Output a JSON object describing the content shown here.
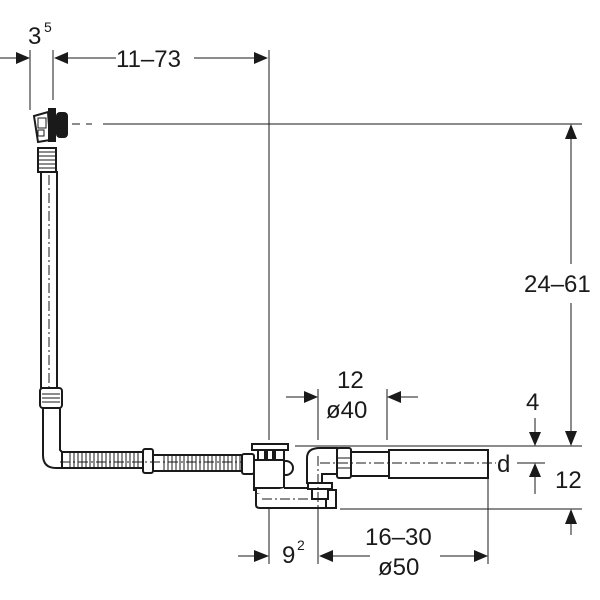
{
  "drawing": {
    "title": "Bath waste and overflow set dimension drawing",
    "units": "cm",
    "dimensions": {
      "overflow_offset": {
        "base": "3",
        "sup": "5"
      },
      "horizontal_range": "11–73",
      "vertical_range": "24–61",
      "trap_width": "12",
      "trap_diameter": "ø40",
      "top_offset": "4",
      "outlet_height": "12",
      "outlet_label": "d",
      "drain_offset": {
        "base": "9",
        "sup": "2"
      },
      "outlet_length": "16–30",
      "outlet_diameter": "ø50"
    }
  }
}
